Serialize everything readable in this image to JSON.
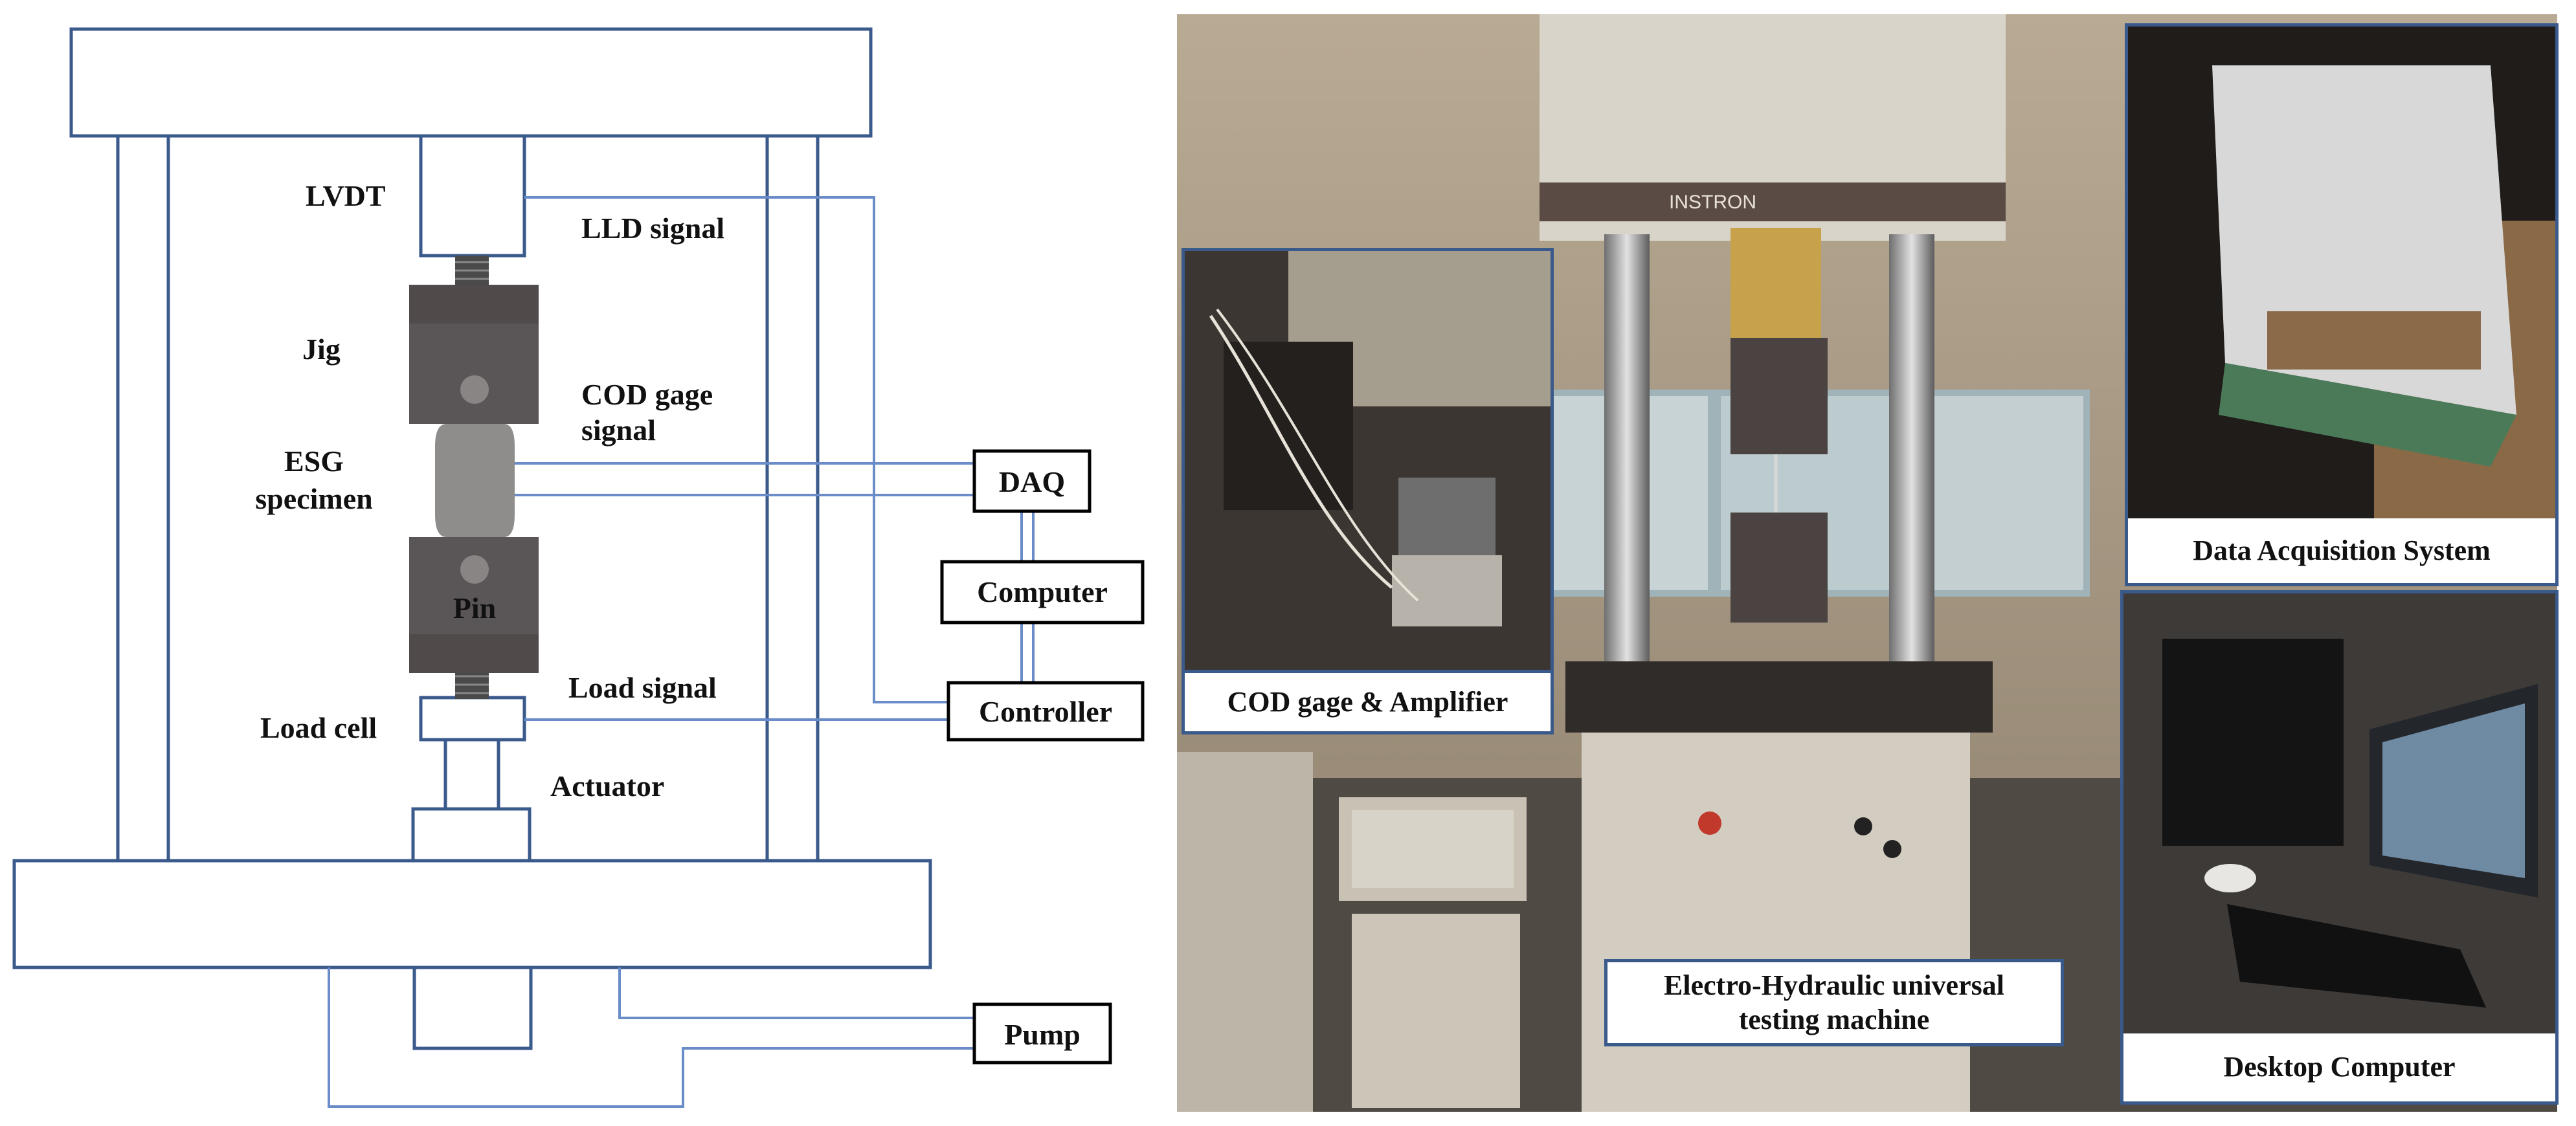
{
  "schematic": {
    "labels": {
      "lvdt": "LVDT",
      "jig": "Jig",
      "esg_line1": "ESG",
      "esg_line2": "specimen",
      "pin": "Pin",
      "load_cell": "Load cell",
      "actuator": "Actuator",
      "lld_signal": "LLD signal",
      "cod_line1": "COD gage",
      "cod_line2": "signal",
      "load_signal": "Load signal"
    },
    "boxes": {
      "daq": "DAQ",
      "computer": "Computer",
      "controller": "Controller",
      "pump": "Pump"
    },
    "colors": {
      "frame": "#3a5a8c",
      "signal": "#6a8cc8",
      "specimen": "#5a5556"
    }
  },
  "photos": {
    "cod": "COD gage & Amplifier",
    "machine_line1": "Electro-Hydraulic universal",
    "machine_line2": "testing machine",
    "daq": "Data Acquisition System",
    "desktop": "Desktop Computer",
    "brand": "INSTRON"
  }
}
